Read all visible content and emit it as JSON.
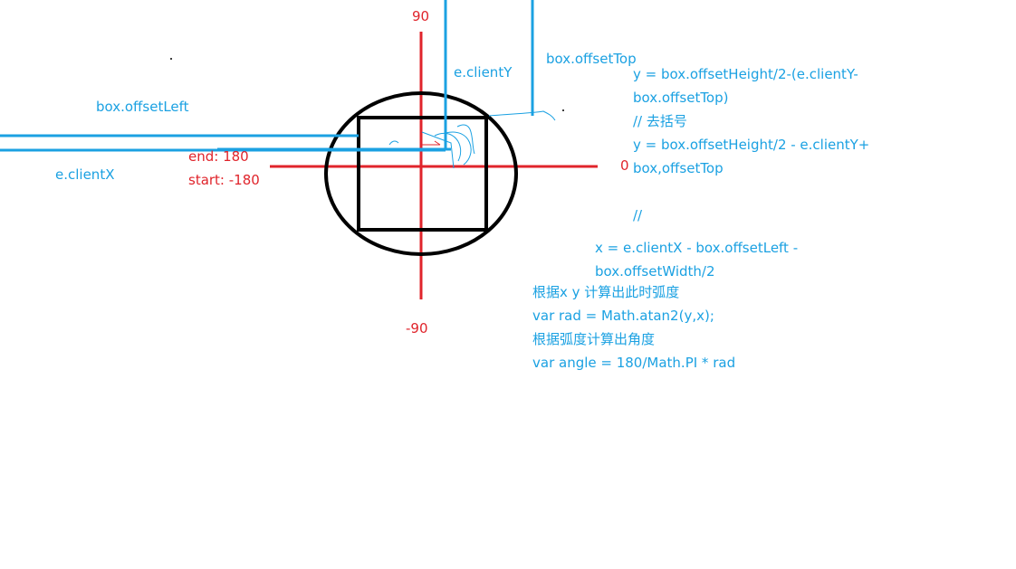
{
  "colors": {
    "blue": "#1ba1e2",
    "red": "#e0242b",
    "black": "#000000",
    "background": "#ffffff"
  },
  "axis": {
    "top_label": "90",
    "bottom_label": "-90",
    "right_label": "0",
    "left_end_label": "end: 180",
    "left_start_label": "start: -180"
  },
  "labels": {
    "client_y": "e.clientY",
    "offset_top": "box.offsetTop",
    "offset_left": "box.offsetLeft",
    "client_x": "e.clientX"
  },
  "notes": {
    "y_formula_line1": "y = box.offsetHeight/2-(e.clientY-",
    "y_formula_line2": "box.offsetTop)",
    "remove_brackets": "// 去括号",
    "y_formula2_line1": "y = box.offsetHeight/2 - e.clientY+",
    "y_formula2_line2": "box,offsetTop",
    "comment_slash": "//",
    "x_formula_line1": "x = e.clientX - box.offsetLeft -",
    "x_formula_line2": "box.offsetWidth/2",
    "rad_caption": "根据x y 计算出此时弧度",
    "rad_code": "var rad = Math.atan2(y,x);",
    "angle_caption": "根据弧度计算出角度",
    "angle_code": "var angle = 180/Math.PI * rad"
  }
}
